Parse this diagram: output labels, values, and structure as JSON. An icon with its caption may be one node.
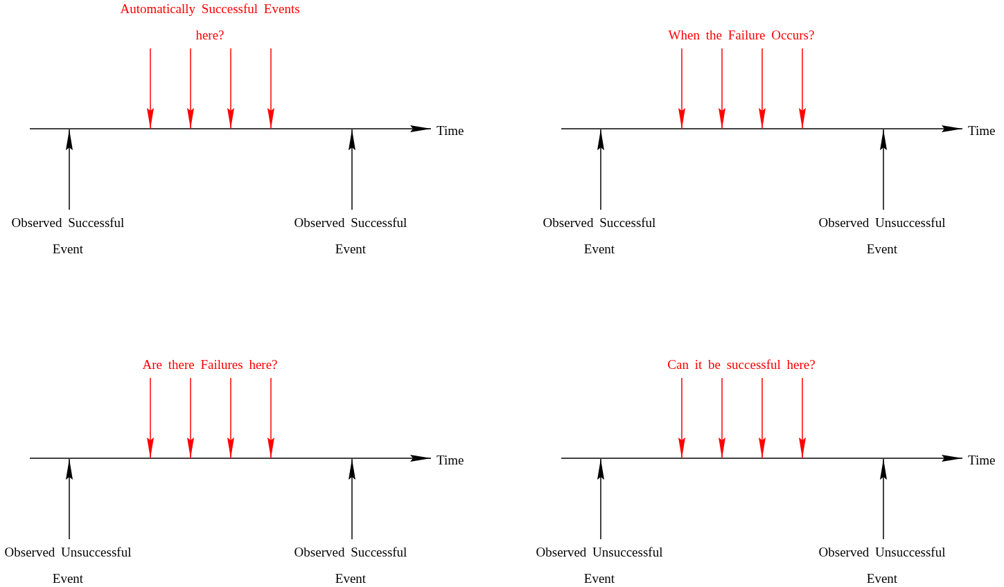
{
  "diagram": {
    "nodes": [
      {
        "text": [
          "Automatically Successful Events here?"
        ]
      },
      {
        "text": [
          "Observed Successful Event"
        ]
      },
      {
        "text": [
          "Observed Successful Event"
        ]
      },
      {
        "text": [
          "When the Failure Occurs?"
        ]
      },
      {
        "text": [
          "Observed Successful Event"
        ]
      },
      {
        "text": [
          "Observed Unsuccessful Event"
        ]
      },
      {
        "text": [
          "Are there Failures here?"
        ]
      },
      {
        "text": [
          "Observed Unsuccessful Event"
        ]
      },
      {
        "text": [
          "Observed Successful Event"
        ]
      },
      {
        "text": [
          "Can it be successful here?"
        ]
      },
      {
        "text": [
          "Observed Unsuccessful Event"
        ]
      },
      {
        "text": [
          "Observed Unsuccessful Event"
        ]
      }
    ],
    "edges": [
      {
        "from": 0,
        "to": null,
        "arrow": "to"
      },
      {
        "from": 0,
        "to": null,
        "arrow": "to"
      },
      {
        "from": 0,
        "to": null,
        "arrow": "to"
      },
      {
        "from": 0,
        "to": null,
        "arrow": "to"
      },
      {
        "from": 1,
        "to": null,
        "arrow": "to",
        "color": "#000000"
      },
      {
        "from": 2,
        "to": null,
        "arrow": "to",
        "color": "#000000"
      },
      {
        "from": 3,
        "to": null,
        "arrow": "to"
      },
      {
        "from": 3,
        "to": null,
        "arrow": "to"
      },
      {
        "from": 3,
        "to": null,
        "arrow": "to"
      },
      {
        "from": 3,
        "to": null,
        "arrow": "to"
      },
      {
        "from": 4,
        "to": null,
        "arrow": "to",
        "color": "#000000"
      },
      {
        "from": 5,
        "to": null,
        "arrow": "to",
        "color": "#000000"
      },
      {
        "from": 6,
        "to": null,
        "arrow": "to"
      },
      {
        "from": 6,
        "to": null,
        "arrow": "to"
      },
      {
        "from": 6,
        "to": null,
        "arrow": "to"
      },
      {
        "from": 6,
        "to": null,
        "arrow": "to"
      },
      {
        "from": 7,
        "to": null,
        "arrow": "to",
        "color": "#000000"
      },
      {
        "from": 8,
        "to": null,
        "arrow": "to",
        "color": "#000000"
      },
      {
        "from": 9,
        "to": null,
        "arrow": "to"
      },
      {
        "from": 9,
        "to": null,
        "arrow": "to"
      },
      {
        "from": 9,
        "to": null,
        "arrow": "to"
      },
      {
        "from": 9,
        "to": null,
        "arrow": "to"
      },
      {
        "from": 10,
        "to": null,
        "arrow": "to",
        "color": "#000000"
      },
      {
        "from": 11,
        "to": null,
        "arrow": "to",
        "color": "#000000"
      }
    ],
    "labels": [
      "Time",
      "Time",
      "Time",
      "Time"
    ]
  }
}
